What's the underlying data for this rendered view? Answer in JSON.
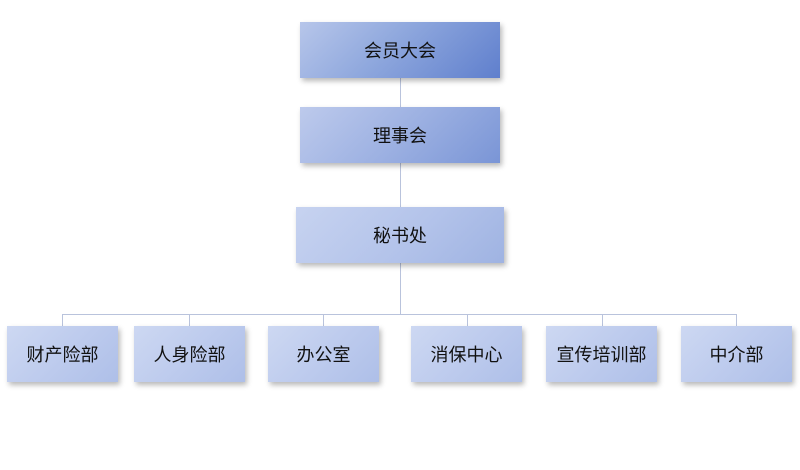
{
  "org": {
    "assembly": "会员大会",
    "council": "理事会",
    "secretariat": "秘书处",
    "departments": [
      "财产险部",
      "人身险部",
      "办公室",
      "消保中心",
      "宣传培训部",
      "中介部"
    ]
  },
  "colors": {
    "box_light": "#c7d3f0",
    "box_dark": "#5f7fcd",
    "connector": "#b9c3dc",
    "text": "#111111"
  }
}
